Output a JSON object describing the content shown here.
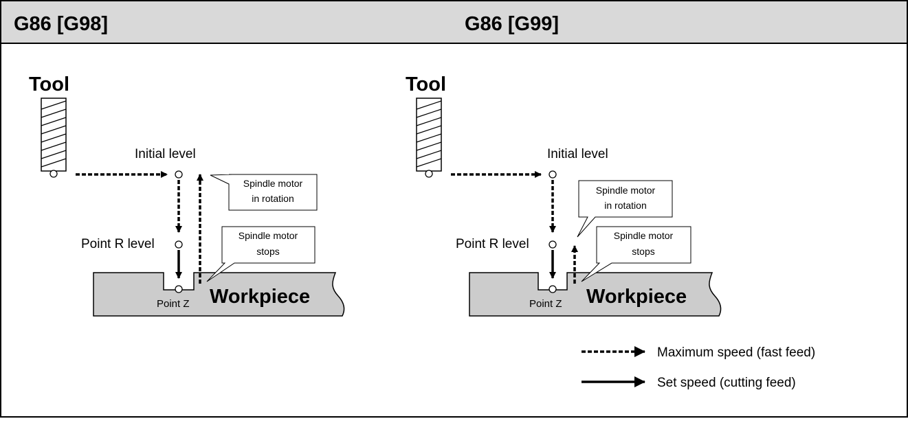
{
  "panels": [
    {
      "header": "G86  [G98]",
      "tool_label": "Tool",
      "initial_level": "Initial level",
      "point_r_level": "Point R level",
      "point_z": "Point Z",
      "workpiece": "Workpiece",
      "callout_rotation": [
        "Spindle motor",
        "in rotation"
      ],
      "callout_stops": [
        "Spindle motor",
        "stops"
      ]
    },
    {
      "header": "G86  [G99]",
      "tool_label": "Tool",
      "initial_level": "Initial level",
      "point_r_level": "Point R level",
      "point_z": "Point Z",
      "workpiece": "Workpiece",
      "callout_rotation": [
        "Spindle motor",
        "in rotation"
      ],
      "callout_stops": [
        "Spindle motor",
        "stops"
      ]
    }
  ],
  "legend": {
    "fast_feed": "Maximum speed (fast feed)",
    "cutting_feed": "Set speed (cutting feed)"
  },
  "colors": {
    "workpiece_fill": "#cccccc",
    "header_fill": "#d9d9d9",
    "line": "#000000"
  }
}
